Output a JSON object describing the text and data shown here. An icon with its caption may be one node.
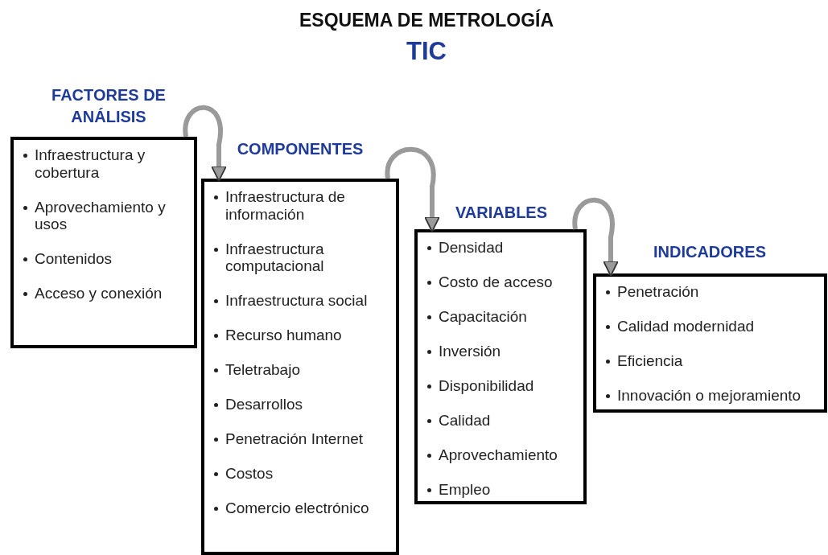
{
  "diagram": {
    "title": "ESQUEMA DE METROLOGÍA",
    "nodes": [
      {
        "text": [
          "FACTORES DE ANÁLISIS",
          "Infraestructura y cobertura",
          "Aprovechamiento y usos",
          "Contenidos",
          "Acceso y conexión"
        ]
      },
      {
        "text": [
          "COMPONENTES",
          "Infraestructura de información",
          "Infraestructura computacional",
          "Infraestructura social",
          "Recurso humano",
          "Teletrabajo",
          "Desarrollos",
          "Penetración Internet",
          "Costos",
          "Comercio electrónico"
        ]
      },
      {
        "text": [
          "VARIABLES",
          "Densidad",
          "Costo de acceso",
          "Capacitación",
          "Inversión",
          "Disponibilidad",
          "Calidad",
          "Aprovechamiento",
          "Empleo"
        ]
      },
      {
        "text": [
          "INDICADORES",
          "Penetración",
          "Calidad modernidad",
          "Eficiencia",
          "Innovación o mejoramiento"
        ]
      }
    ],
    "edges": [
      {
        "from": 0,
        "to": 1,
        "arrow": "to"
      },
      {
        "from": 1,
        "to": 2,
        "arrow": "to"
      },
      {
        "from": 2,
        "to": 3,
        "arrow": "to"
      }
    ],
    "labels": [
      "TIC"
    ]
  }
}
